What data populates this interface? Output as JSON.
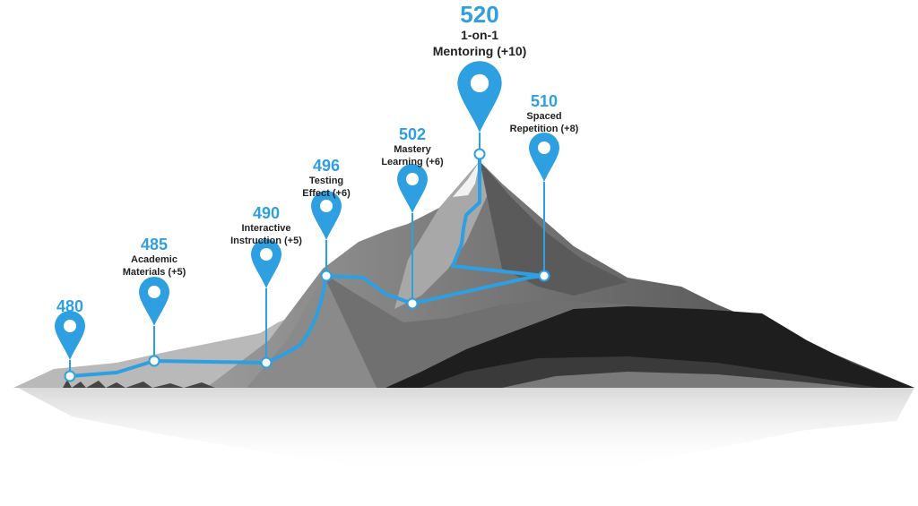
{
  "colors": {
    "accent": "#2e9fe0",
    "text": "#222222"
  },
  "milestones": [
    {
      "score": "480",
      "line1": "",
      "line2": ""
    },
    {
      "score": "485",
      "line1": "Academic",
      "line2": "Materials (+5)"
    },
    {
      "score": "490",
      "line1": "Interactive",
      "line2": "Instruction (+5)"
    },
    {
      "score": "496",
      "line1": "Testing",
      "line2": "Effect (+6)"
    },
    {
      "score": "502",
      "line1": "Mastery",
      "line2": "Learning (+6)"
    },
    {
      "score": "510",
      "line1": "Spaced",
      "line2": "Repetition (+8)"
    },
    {
      "score": "520",
      "line1": "1-on-1",
      "line2": "Mentoring (+10)"
    }
  ]
}
